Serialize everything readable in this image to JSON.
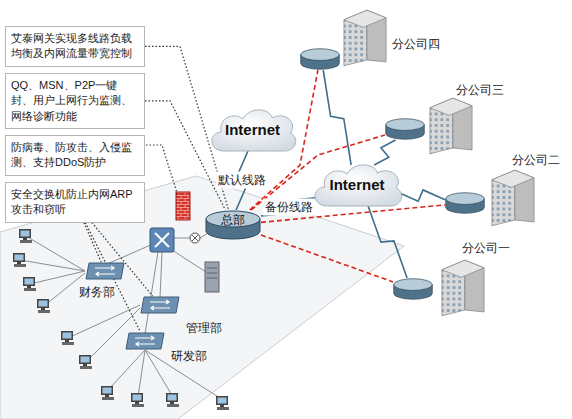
{
  "diagram": {
    "nodes": [
      {
        "text": [
          "艾泰网关实现多线路负载均衡及内网流量带宽控制"
        ]
      },
      {
        "text": [
          "QQ、MSN、P2P一键封、用户上网行为监测、网络诊断功能"
        ]
      },
      {
        "text": [
          "防病毒、防攻击、入侵监测、支持DDoS防护"
        ]
      },
      {
        "text": [
          "安全交换机防止内网ARP攻击和窃听"
        ]
      },
      {
        "text": [
          "Internet"
        ]
      },
      {
        "text": [
          "Internet"
        ]
      },
      {
        "text": [
          "总部"
        ]
      },
      {
        "text": [
          "分公司四"
        ]
      },
      {
        "text": [
          "分公司三"
        ]
      },
      {
        "text": [
          "分公司二"
        ]
      },
      {
        "text": [
          "分公司一"
        ]
      },
      {
        "text": [
          "财务部"
        ]
      },
      {
        "text": [
          "管理部"
        ]
      },
      {
        "text": [
          "研发部"
        ]
      }
    ],
    "edges": [
      {
        "from": 6,
        "to": 4,
        "label": "默认线路",
        "arrow": "none"
      },
      {
        "from": 6,
        "to": 5,
        "label": "备份线路",
        "arrow": "none"
      },
      {
        "from": 6,
        "to": 7,
        "arrow": "none"
      },
      {
        "from": 6,
        "to": 8,
        "arrow": "none"
      },
      {
        "from": 6,
        "to": 9,
        "arrow": "none"
      },
      {
        "from": 6,
        "to": 10,
        "arrow": "none"
      },
      {
        "from": 7,
        "to": 5,
        "arrow": "none"
      },
      {
        "from": 8,
        "to": 5,
        "arrow": "none"
      },
      {
        "from": 9,
        "to": 5,
        "arrow": "none"
      },
      {
        "from": 10,
        "to": 5,
        "arrow": "none"
      },
      {
        "from": 0,
        "to": 6,
        "arrow": "none"
      },
      {
        "from": 1,
        "to": 6,
        "arrow": "none"
      },
      {
        "from": 3,
        "to": 11,
        "arrow": "none"
      },
      {
        "from": 3,
        "to": 12,
        "arrow": "none"
      },
      {
        "from": 3,
        "to": 13,
        "arrow": "none"
      }
    ]
  }
}
